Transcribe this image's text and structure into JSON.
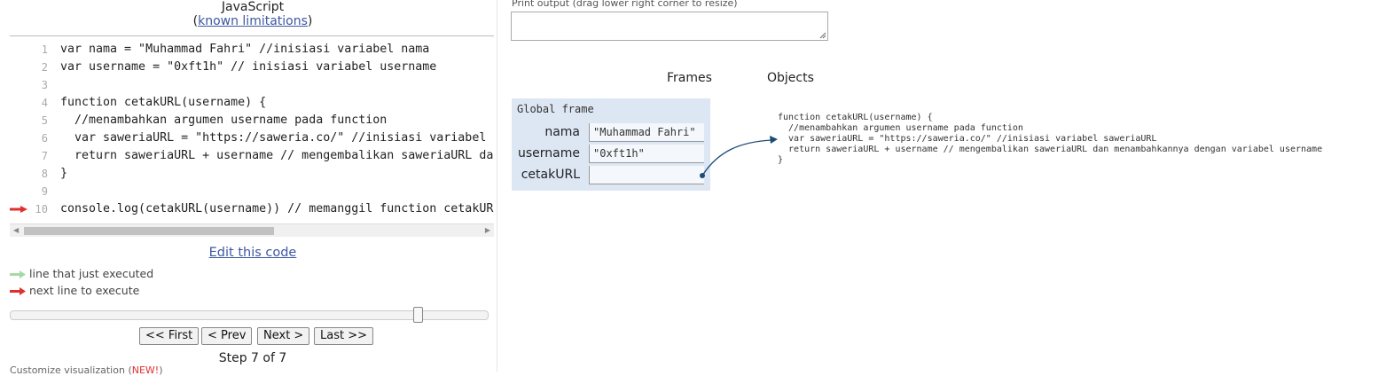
{
  "language": {
    "title": "JavaScript",
    "limitations_link": "known limitations"
  },
  "code": {
    "lines": [
      {
        "num": "1",
        "text": "var nama = \"Muhammad Fahri\" //inisiasi variabel nama"
      },
      {
        "num": "2",
        "text": "var username = \"0xft1h\" // inisiasi variabel username"
      },
      {
        "num": "3",
        "text": ""
      },
      {
        "num": "4",
        "text": "function cetakURL(username) {"
      },
      {
        "num": "5",
        "text": "  //menambahkan argumen username pada function"
      },
      {
        "num": "6",
        "text": "  var saweriaURL = \"https://saweria.co/\" //inisiasi variabel saweriaURL"
      },
      {
        "num": "7",
        "text": "  return saweriaURL + username // mengembalikan saweriaURL dan menambahkannya dengan variabel username"
      },
      {
        "num": "8",
        "text": "}"
      },
      {
        "num": "9",
        "text": ""
      },
      {
        "num": "10",
        "text": "console.log(cetakURL(username)) // memanggil function cetakURL"
      }
    ],
    "current_line": "10"
  },
  "edit_link": "Edit this code",
  "legend": {
    "just_executed": "line that just executed",
    "next_to_execute": "next line to execute",
    "just_executed_color": "#a6d9a6",
    "next_color": "#e03030"
  },
  "slider": {
    "position_fraction": 0.857
  },
  "nav": {
    "first": "<< First",
    "prev": "< Prev",
    "next": "Next >",
    "last": "Last >>"
  },
  "step": "Step 7 of 7",
  "customize": {
    "text": "Customize visualization (",
    "new": "NEW!",
    "close": ")"
  },
  "print": {
    "label": "Print output (drag lower right corner to resize)",
    "value": ""
  },
  "viz": {
    "frames_header": "Frames",
    "objects_header": "Objects",
    "global_frame": "Global frame",
    "vars": [
      {
        "name": "nama",
        "value": "\"Muhammad Fahri\""
      },
      {
        "name": "username",
        "value": "\"0xft1h\""
      },
      {
        "name": "cetakURL",
        "value": ""
      }
    ],
    "function_object": [
      "function cetakURL(username) {",
      "  //menambahkan argumen username pada function",
      "  var saweriaURL = \"https://saweria.co/\" //inisiasi variabel saweriaURL",
      "  return saweriaURL + username // mengembalikan saweriaURL dan menambahkannya dengan variabel username",
      "}"
    ]
  }
}
